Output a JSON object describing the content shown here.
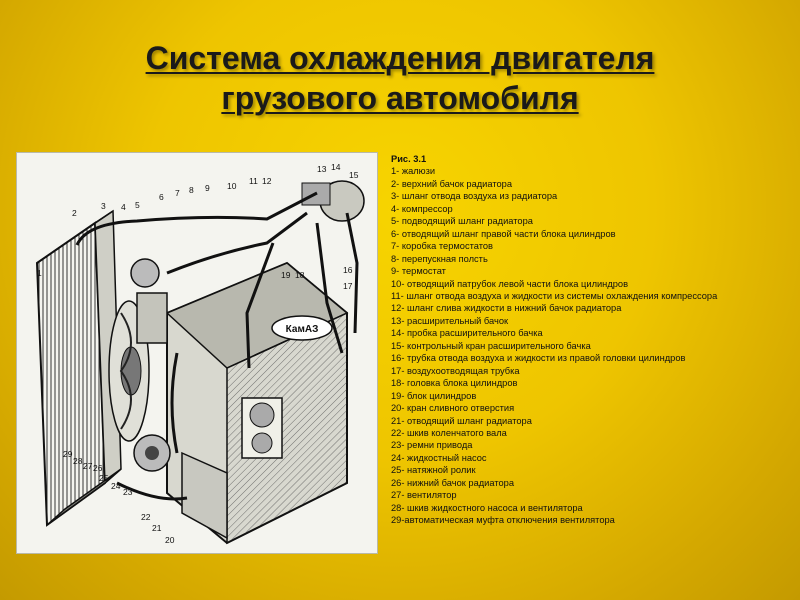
{
  "slide": {
    "title_line1": "Система охлаждения двигателя",
    "title_line2": "грузового автомобиля",
    "figure_caption": "Рис. 3.1",
    "legend": [
      "1- жалюзи",
      "2- верхний бачок радиатора",
      "3- шланг отвода воздуха из радиатора",
      "4- компрессор",
      "5- подводящий шланг радиатора",
      "6- отводящий шланг правой части блока цилиндров",
      "7- коробка термостатов",
      "8- перепускная полсть",
      "9- термостат",
      "10- отводящий патрубок левой части блока цилиндров",
      "11- шланг отвода воздуха и жидкости из системы охлаждения компрессора",
      "12- шланг слива жидкости в нижний бачок радиатора",
      "13- расширительный бачок",
      "14- пробка расширительного бачка",
      "15- контрольный кран расширительного бачка",
      "16- трубка отвода воздуха и жидкости из правой головки цилиндров",
      "17- воздухоотводящая трубка",
      "18- головка блока цилиндров",
      "19- блок цилиндров",
      "20- кран сливного отверстия",
      "21- отводящий шланг радиатора",
      "22- шкив коленчатого вала",
      "23- ремни привода",
      "24- жидкостный насос",
      "25- натяжной ролик",
      "26- нижний бачок радиатора",
      "27- вентилятор",
      "28- шкив жидкостного насоса и вентилятора",
      "29-автоматическая муфта отключения вентилятора"
    ],
    "figure": {
      "engine_badge": "КамАЗ",
      "callouts": [
        "1",
        "2",
        "3",
        "4",
        "5",
        "6",
        "7",
        "8",
        "9",
        "10",
        "11",
        "12",
        "13",
        "14",
        "15",
        "16",
        "17",
        "18",
        "19",
        "20",
        "21",
        "22",
        "23",
        "24",
        "25",
        "26",
        "27",
        "28",
        "29"
      ]
    }
  }
}
